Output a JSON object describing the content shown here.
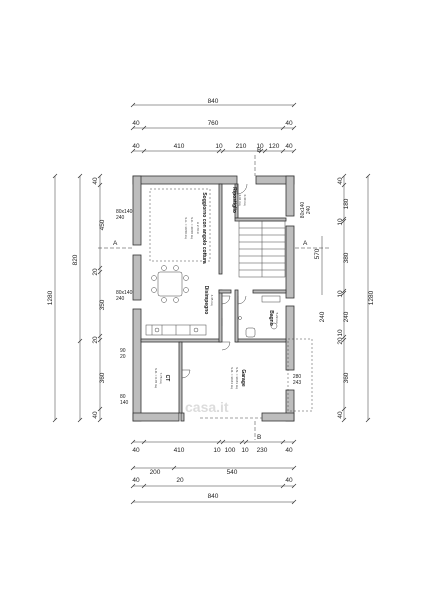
{
  "top_dims": {
    "row1": [
      "840"
    ],
    "row2": [
      "40",
      "760",
      "40"
    ],
    "row3": [
      "40",
      "410",
      "10",
      "210",
      "10",
      "120",
      "40"
    ]
  },
  "bottom_dims": {
    "row1": [
      "40",
      "410",
      "10",
      "100",
      "10",
      "230",
      "40"
    ],
    "row2": [
      "200",
      "540"
    ],
    "row3": [
      "40",
      "20",
      "40"
    ],
    "row4": [
      "840"
    ]
  },
  "left_dims": {
    "outer": [
      "1280"
    ],
    "inner": [
      "820"
    ],
    "detail": [
      "40",
      "450",
      "20",
      "350",
      "20",
      "360",
      "40"
    ],
    "windows": [
      "80x140\n240",
      "80x140\n240",
      "90\n20",
      "80\n140"
    ]
  },
  "right_dims": {
    "outer": [
      "1280"
    ],
    "inner": [
      "570"
    ],
    "detail": [
      "40",
      "180",
      "10",
      "380",
      "10",
      "240",
      "10",
      "240",
      "20",
      "360",
      "40"
    ],
    "windows": [
      "80x140\n240",
      "280\n243"
    ]
  },
  "section_marks": {
    "a_left": "A",
    "a_right": "A",
    "b_top": "B",
    "b_bottom": "B"
  },
  "rooms": {
    "soggiorno": {
      "name": "Soggiorno con angolo cottura",
      "lines": [
        "H 2.70 m",
        "S.C. = 40.58 mq",
        "S.A. = 10.50 mq"
      ]
    },
    "ripostiglio": {
      "name": "Ripostiglio",
      "lines": [
        "2.91 mq",
        "0.40 mq"
      ]
    },
    "disimpegno": {
      "name": "Disimpegno",
      "lines": [
        "4.45 mq"
      ]
    },
    "bagno": {
      "name": "Bagno",
      "lines": [
        "5.29 mq"
      ]
    },
    "ct": {
      "name": "CT",
      "lines": [
        "7.78 mq",
        "S.R. = 0.78 mq"
      ]
    },
    "garage": {
      "name": "Garage",
      "lines": [
        "S.N. = 30.83 mq",
        "S.R. = 30.84 mq"
      ]
    }
  },
  "watermark": "casa.it"
}
